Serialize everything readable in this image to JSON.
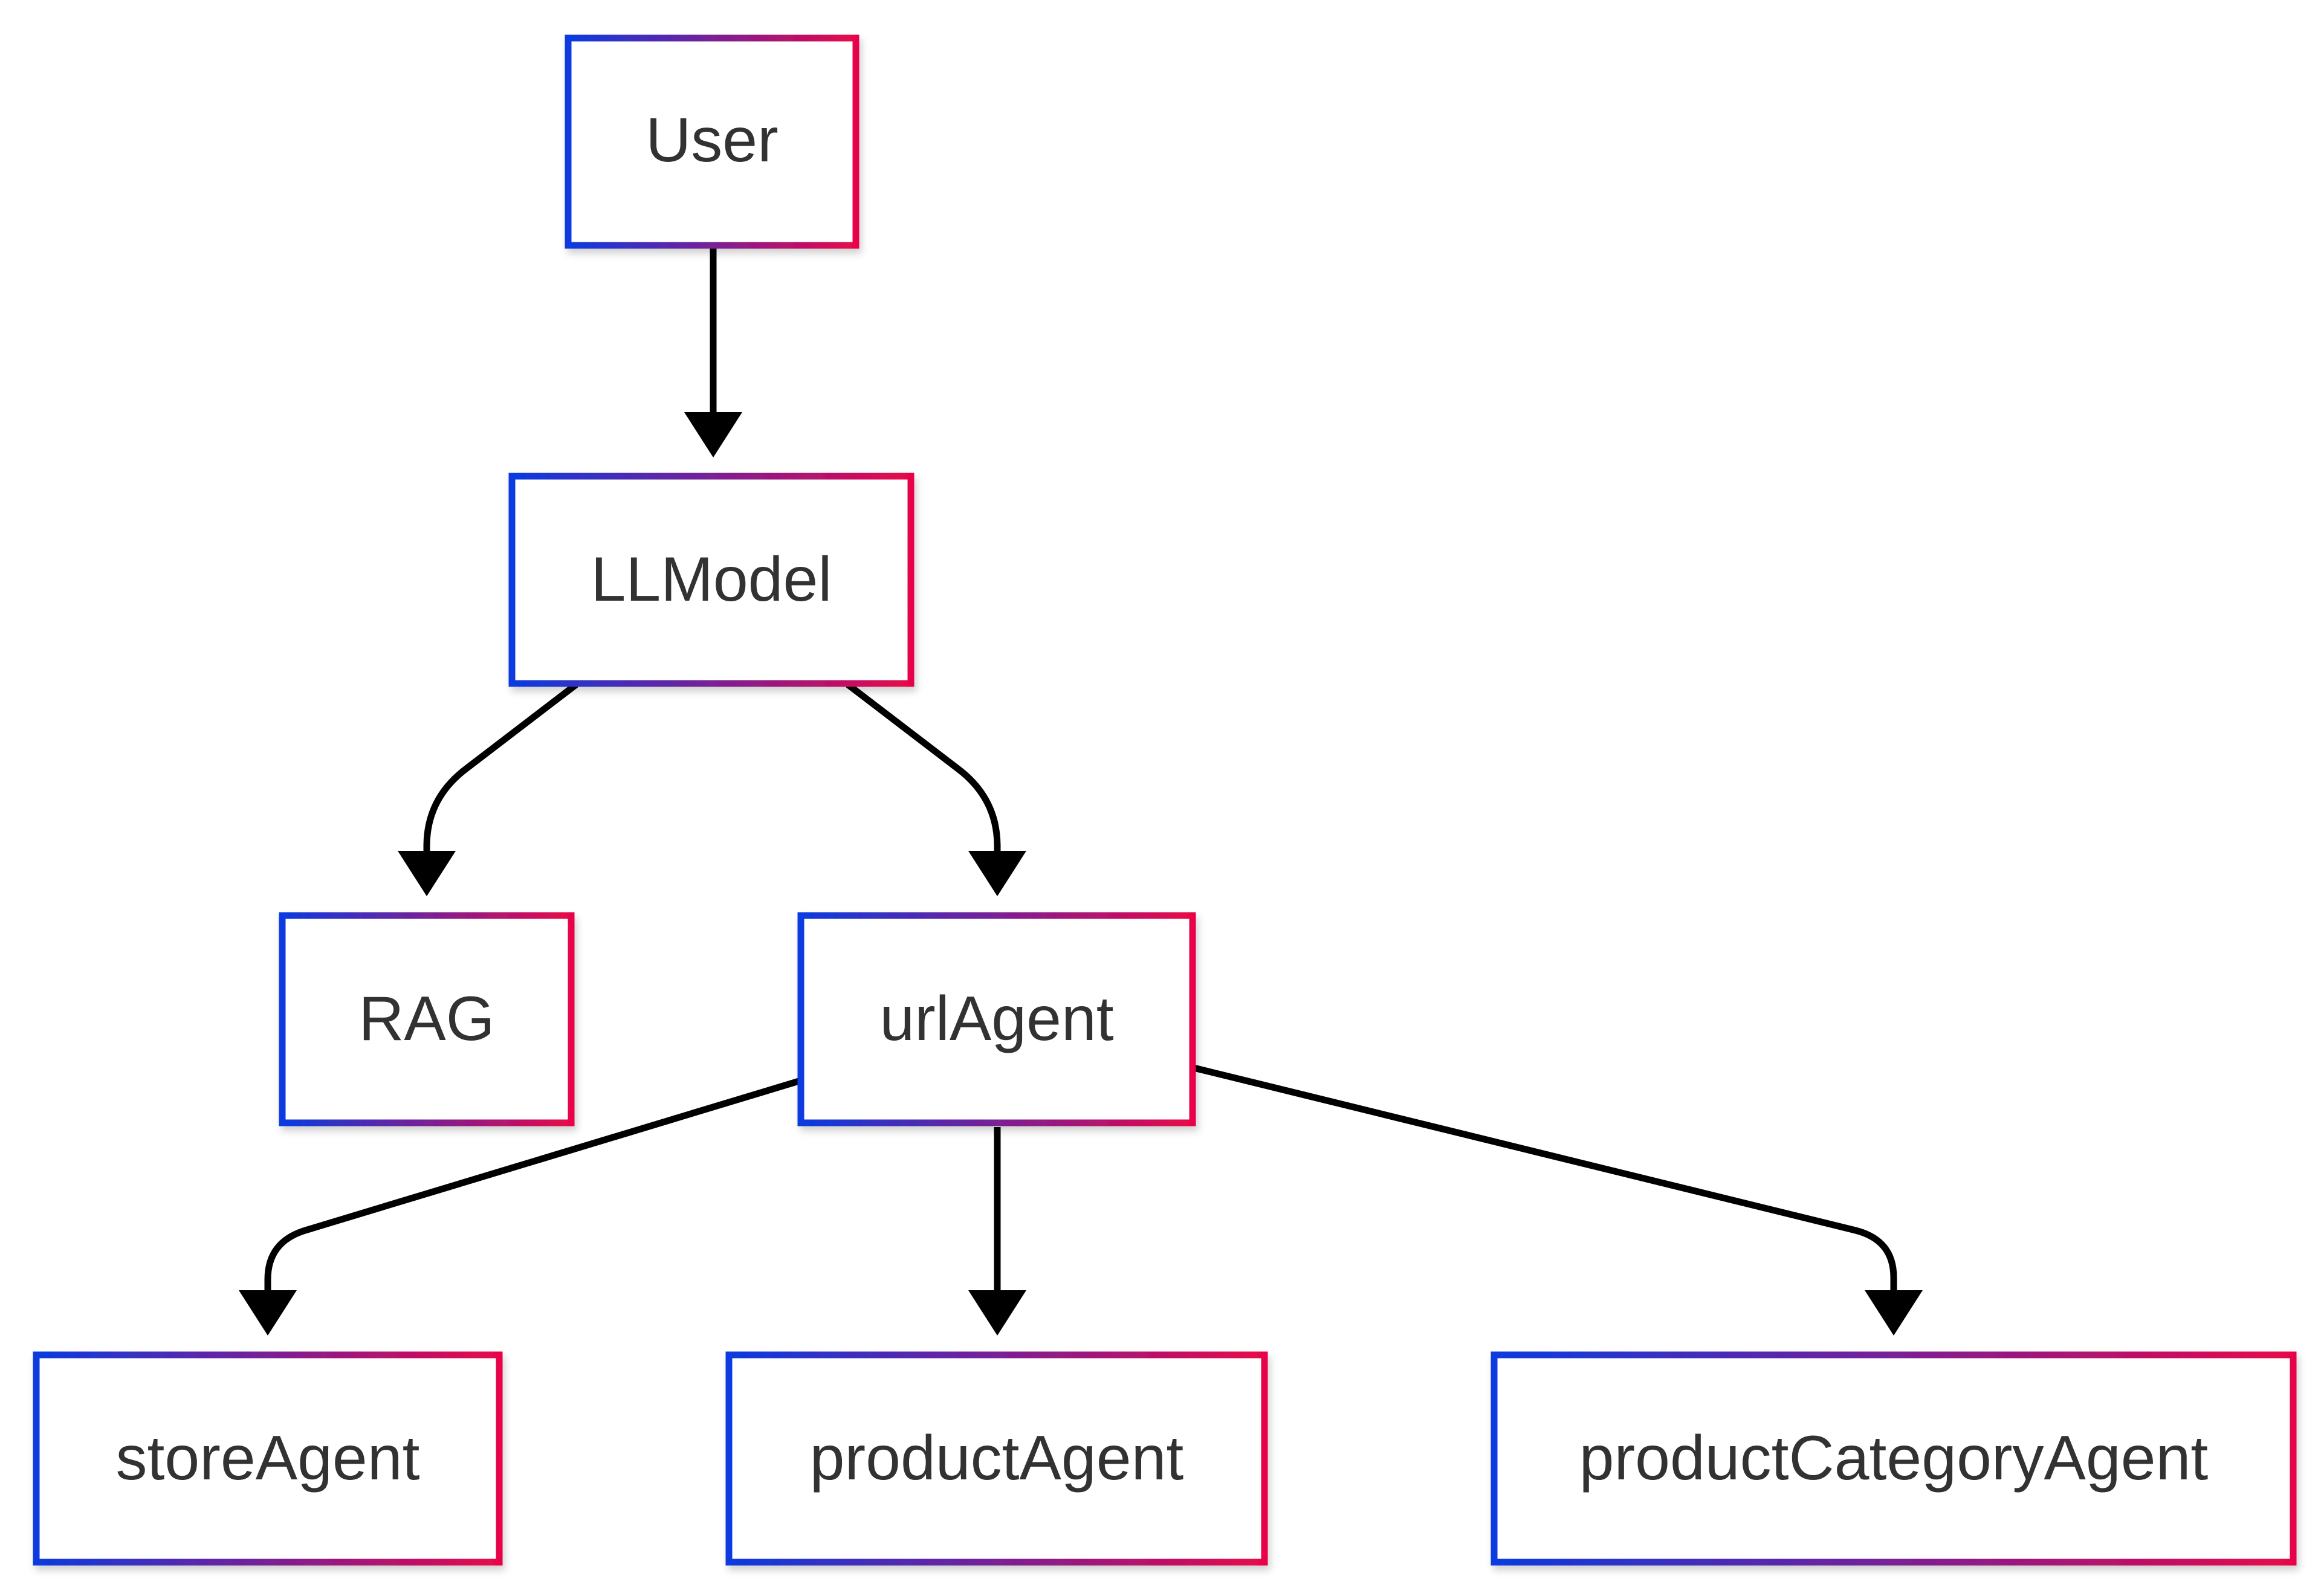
{
  "diagram": {
    "nodes": {
      "user": {
        "label": "User"
      },
      "llmodel": {
        "label": "LLModel"
      },
      "rag": {
        "label": "RAG"
      },
      "urlagent": {
        "label": "urlAgent"
      },
      "storeagent": {
        "label": "storeAgent"
      },
      "productagent": {
        "label": "productAgent"
      },
      "productcategoryagent": {
        "label": "productCategoryAgent"
      }
    },
    "edges": [
      {
        "from": "User",
        "to": "LLModel"
      },
      {
        "from": "LLModel",
        "to": "RAG"
      },
      {
        "from": "LLModel",
        "to": "urlAgent"
      },
      {
        "from": "urlAgent",
        "to": "storeAgent"
      },
      {
        "from": "urlAgent",
        "to": "productAgent"
      },
      {
        "from": "urlAgent",
        "to": "productCategoryAgent"
      }
    ],
    "colors": {
      "gradient_start": "#0a3be0",
      "gradient_end": "#e8064a",
      "edge": "#000000",
      "label": "#333333"
    }
  }
}
